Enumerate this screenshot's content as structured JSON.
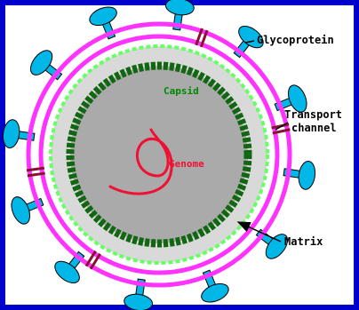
{
  "diagram": {
    "labels": {
      "glycoprotein": "Glycoprotein",
      "transport_line1": "Transport",
      "transport_line2": "channel",
      "capsid": "Capsid",
      "genome": "Genome",
      "matrix": "Matrix"
    },
    "colors": {
      "border": "#0000cc",
      "panel": "#ffffff",
      "envelope": "#ff33ff",
      "matrix": "#66ff66",
      "inner_fill": "#d9d9d9",
      "capsid": "#116611",
      "genome_interior": "#aaaaaa",
      "genome": "#ee1133",
      "glycoprotein": "#00b7e8",
      "transport_channel": "#881133",
      "label_text": "#000000",
      "capsid_label": "#008800",
      "genome_label": "#ee1133"
    }
  }
}
